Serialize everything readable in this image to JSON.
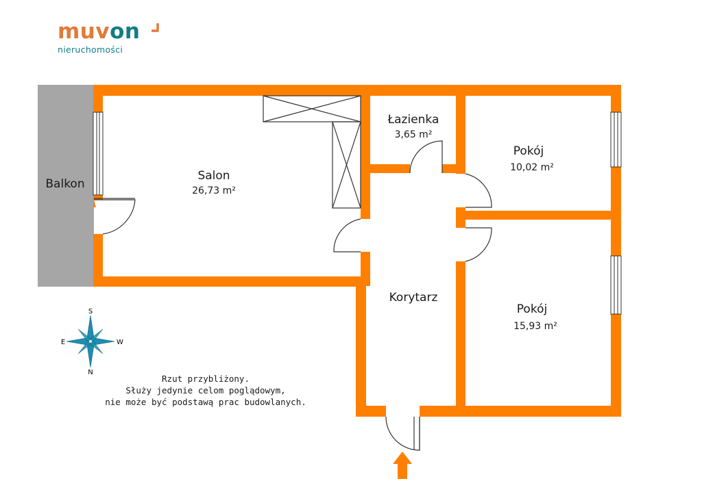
{
  "logo": {
    "brand_part1": "muv",
    "brand_part2": "on",
    "subtitle": "nieruchomości",
    "colors": {
      "orange": "#e07b39",
      "teal": "#117d86"
    }
  },
  "rooms": {
    "balcony": {
      "name": "Balkon"
    },
    "living_room": {
      "name": "Salon",
      "area": "26,73 m²"
    },
    "bathroom": {
      "name": "Łazienka",
      "area": "3,65 m²"
    },
    "room_small": {
      "name": "Pokój",
      "area": "10,02 m²"
    },
    "corridor": {
      "name": "Korytarz"
    },
    "room_large": {
      "name": "Pokój",
      "area": "15,93 m²"
    }
  },
  "compass": {
    "top": "S",
    "bottom": "N",
    "left": "E",
    "right": "W"
  },
  "disclaimer": {
    "line1": "Rzut przybliżony.",
    "line2": "Służy jedynie celom poglądowym,",
    "line3": "nie może być podstawą prac budowlanych."
  },
  "colors": {
    "wall": "#ff8000",
    "balcony": "#a6a6a6",
    "compass": "#1d8fb0",
    "entrance_arrow": "#ff8000"
  },
  "icons": [
    "compass-rose-icon",
    "entrance-arrow-icon",
    "logo-arrow-icon"
  ]
}
